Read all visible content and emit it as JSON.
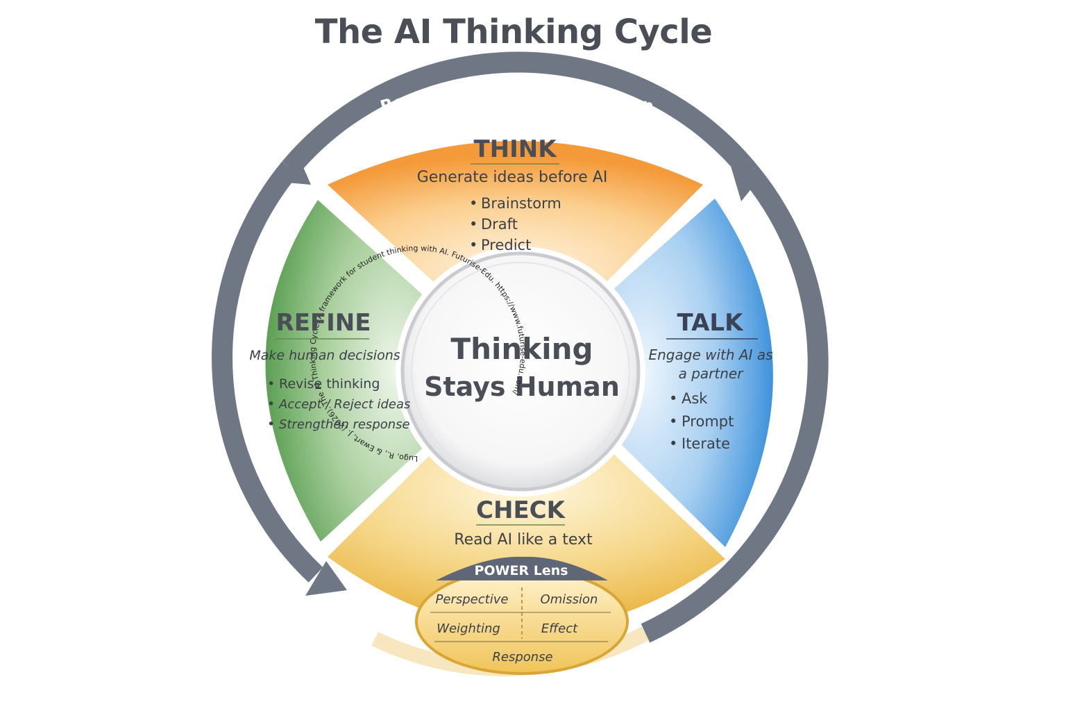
{
  "title": "The AI Thinking Cycle",
  "cycle_label": "Repeat → Question → Deepen",
  "center": {
    "line1": "Thinking",
    "line2": "Stays Human",
    "citation": "Lugo, R., & Ewart, J. (2026). The AI Thinking Cycle: A framework for student thinking with AI. Futurise-Edu. https://www.futurise-edu.com/"
  },
  "think": {
    "title": "THINK",
    "subtitle": "Generate ideas before AI",
    "items": [
      "Brainstorm",
      "Draft",
      "Predict"
    ]
  },
  "talk": {
    "title": "TALK",
    "subtitle_line1": "Engage with AI as",
    "subtitle_line2": "a partner",
    "items": [
      "Ask",
      "Prompt",
      "Iterate"
    ]
  },
  "check": {
    "title": "CHECK",
    "subtitle": "Read AI like a text",
    "lens_title": "POWER Lens",
    "lens_items": [
      "Perspective",
      "Omission",
      "Weighting",
      "Effect",
      "Response"
    ]
  },
  "refine": {
    "title": "REFINE",
    "subtitle": "Make human decisions",
    "items": [
      "Revise thinking",
      "Accept / Reject ideas",
      "Strengthen response"
    ]
  },
  "colors": {
    "think": "#f6a94d",
    "talk": "#5aa6e3",
    "check": "#efc054",
    "refine": "#6aa860",
    "ring": "#6f7785",
    "title": "#4a4f57"
  }
}
